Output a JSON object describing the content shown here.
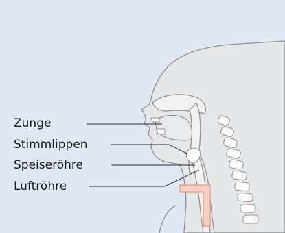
{
  "labels": {
    "tongue": "Zunge",
    "vocal_cords": "Stimmlippen",
    "esophagus": "Speiseröhre",
    "trachea": "Luftröhre"
  },
  "colors": {
    "background": "#dfe9f4",
    "head_fill": "#e6e7e8",
    "outline": "#8c8e91",
    "airway_fill": "#f2f2f3",
    "spine_fill": "#ffffff",
    "tube_accent": "#e8a287",
    "leader_line": "#2b2b2b"
  }
}
